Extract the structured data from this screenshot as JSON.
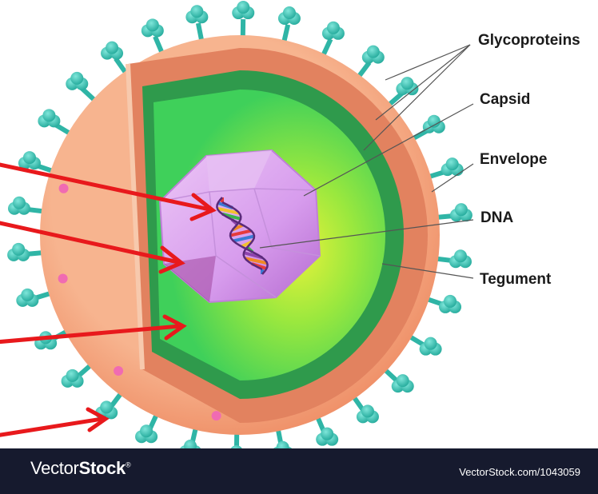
{
  "labels": {
    "glycoproteins": "Glycoproteins",
    "capsid": "Capsid",
    "envelope": "Envelope",
    "dna": "DNA",
    "tegument": "Tegument"
  },
  "footer": {
    "brand_light": "Vector",
    "brand_bold": "Stock",
    "brand_mark": "®",
    "url": "VectorStock.com/1043059"
  },
  "colors": {
    "envelope_outer": "#f4a27e",
    "envelope_inner": "#e07a57",
    "tegument_band": "#2f9a4c",
    "inner_green": "#4fdc58",
    "capsid": "#d49ae6",
    "spike": "#3cc8b8",
    "arrow": "#e8191c",
    "footer_bg": "#161a2e"
  }
}
